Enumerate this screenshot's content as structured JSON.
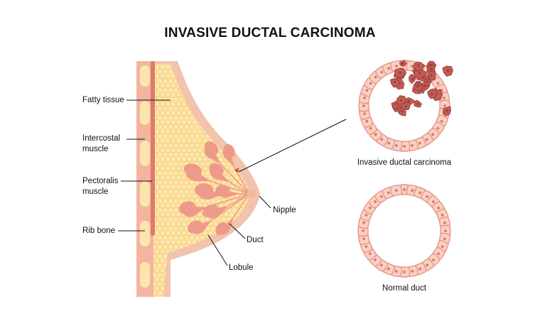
{
  "title": "INVASIVE DUCTAL CARCINOMA",
  "labels": {
    "fatty_tissue": "Fatty tissue",
    "intercostal_line1": "Intercostal",
    "intercostal_line2": "muscle",
    "pectoralis_line1": "Pectoralis",
    "pectoralis_line2": "muscle",
    "rib_bone": "Rib bone",
    "nipple": "Nipple",
    "duct": "Duct",
    "lobule": "Lobule",
    "invasive_caption": "Invasive ductal carcinoma",
    "normal_caption": "Normal duct"
  },
  "colors": {
    "skin": "#f2c3ad",
    "fat": "#fde5a6",
    "fat_cell_outline": "#f6cf80",
    "rib_area": "#f4b4a0",
    "rib_bone": "#fde6ad",
    "pectoralis": "#e0796b",
    "lobule": "#ee9a8b",
    "duct_cell": "#f8cfc3",
    "duct_cell_outline": "#e58c7b",
    "nucleus": "#e06f63",
    "tumor": "#c25a53",
    "tumor_dark": "#8f3a37",
    "leader_line": "#111111"
  }
}
